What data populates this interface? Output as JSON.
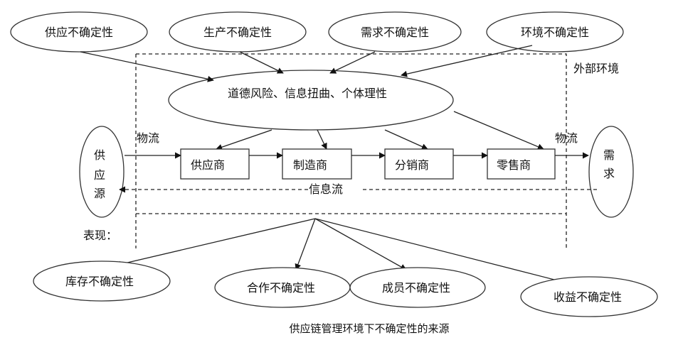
{
  "diagram": {
    "caption": "供应链管理环境下不确定性的来源",
    "external_env_label": "外部环境",
    "sources": [
      {
        "id": "supply",
        "label": "供应不确定性"
      },
      {
        "id": "production",
        "label": "生产不确定性"
      },
      {
        "id": "demand",
        "label": "需求不确定性"
      },
      {
        "id": "environment",
        "label": "环境不确定性"
      }
    ],
    "central_factor": "道德风险、信息扭曲、个体理性",
    "chain_nodes": [
      {
        "id": "supplier",
        "label": "供应商"
      },
      {
        "id": "manufacturer",
        "label": "制造商"
      },
      {
        "id": "distributor",
        "label": "分销商"
      },
      {
        "id": "retailer",
        "label": "零售商"
      }
    ],
    "endpoint_source": {
      "chars": [
        "供",
        "应",
        "源"
      ]
    },
    "endpoint_demand": {
      "chars": [
        "需",
        "求"
      ]
    },
    "flows": {
      "material_flow_left": "物流",
      "material_flow_right": "物流",
      "information_flow": "信息流"
    },
    "manifestations_label": "表现：",
    "manifestations": [
      {
        "id": "inventory",
        "label": "库存不确定性"
      },
      {
        "id": "cooperation",
        "label": "合作不确定性"
      },
      {
        "id": "member",
        "label": "成员不确定性"
      },
      {
        "id": "revenue",
        "label": "收益不确定性"
      }
    ]
  }
}
